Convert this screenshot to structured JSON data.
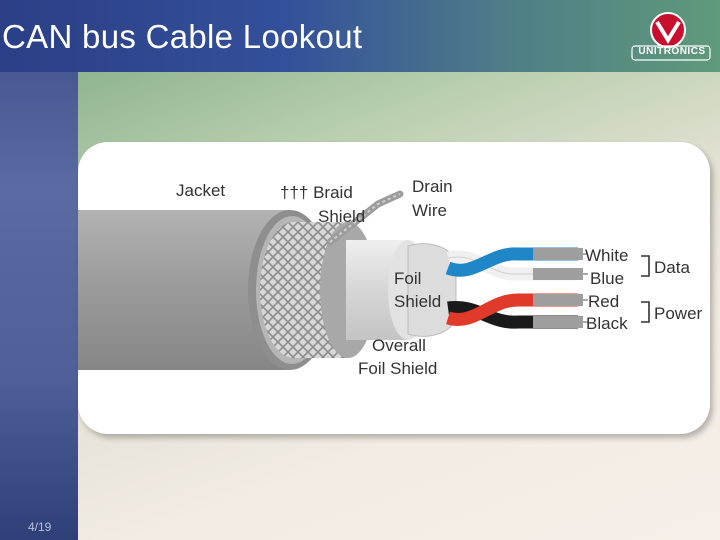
{
  "slide": {
    "title": "CAN bus Cable Lookout",
    "page_number": "4/19",
    "logo_text": "UNITRONICS"
  },
  "diagram": {
    "labels": {
      "jacket": "Jacket",
      "braid_line1": "††† Braid",
      "braid_line2": "Shield",
      "drain_line1": "Drain",
      "drain_line2": "Wire",
      "foil_line1": "Foil",
      "foil_line2": "Shield",
      "overall_line1": "Overall",
      "overall_line2": "Foil Shield",
      "white": "White",
      "blue": "Blue",
      "red": "Red",
      "black": "Black",
      "data": "Data",
      "power": "Power"
    },
    "colors": {
      "jacket": "#9a9a9a",
      "blue_wire": "#1f86c8",
      "red_wire": "#e03a2a",
      "black_wire": "#1a1a1a",
      "white_wire": "#f4f4f4"
    }
  }
}
